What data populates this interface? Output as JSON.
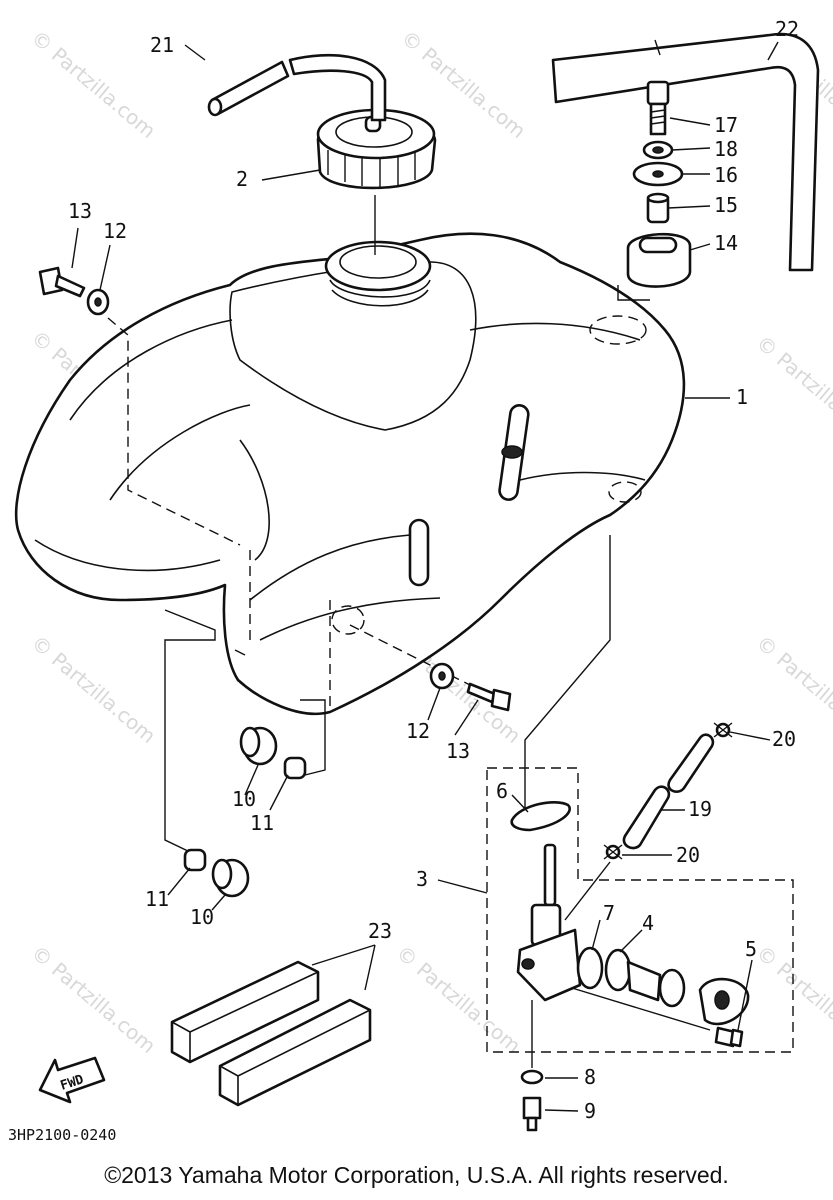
{
  "diagram": {
    "drawing_code": "3HP2100-0240",
    "copyright": "©2013 Yamaha Motor Corporation, U.S.A. All rights reserved.",
    "watermark": "© Partzilla.com",
    "fwd_label": "FWD",
    "callouts": {
      "c1": "1",
      "c2": "2",
      "c3": "3",
      "c4": "4",
      "c5": "5",
      "c6": "6",
      "c7": "7",
      "c8": "8",
      "c9": "9",
      "c10a": "10",
      "c10b": "10",
      "c11a": "11",
      "c11b": "11",
      "c12a": "12",
      "c12b": "12",
      "c13a": "13",
      "c13b": "13",
      "c14": "14",
      "c15": "15",
      "c16": "16",
      "c17": "17",
      "c18": "18",
      "c19": "19",
      "c20a": "20",
      "c20b": "20",
      "c21": "21",
      "c22": "22",
      "c23": "23"
    }
  }
}
